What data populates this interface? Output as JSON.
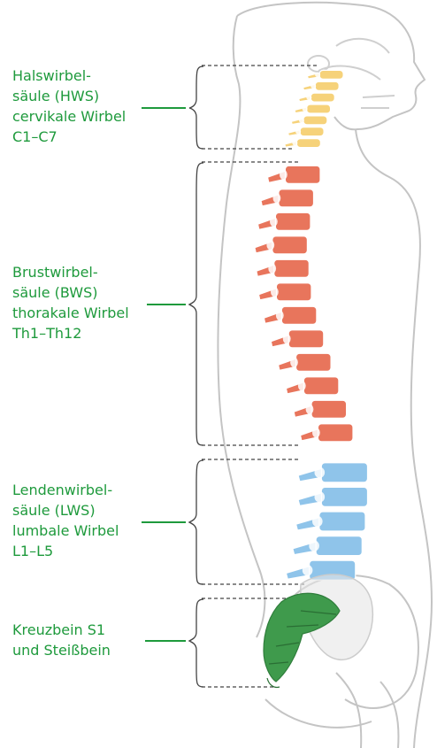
{
  "colors": {
    "label_green": "#1e9a3c",
    "cervical": "#f6d27a",
    "thoracic": "#e8755c",
    "lumbar": "#8fc4ea",
    "sacrum": "#3f9a4c",
    "outline": "#bfbfbf"
  },
  "regions": [
    {
      "key": "cervical",
      "lines": [
        "Halswirbel-",
        "säule (HWS)",
        "cervikale Wirbel",
        "C1–C7"
      ]
    },
    {
      "key": "thoracic",
      "lines": [
        "Brustwirbel-",
        "säule (BWS)",
        "thorakale Wirbel",
        "Th1–Th12"
      ]
    },
    {
      "key": "lumbar",
      "lines": [
        "Lendenwirbel-",
        "säule (LWS)",
        "lumbale Wirbel",
        "L1–L5"
      ]
    },
    {
      "key": "sacrum",
      "lines": [
        "Kreuzbein S1",
        "und Steißbein"
      ]
    }
  ]
}
